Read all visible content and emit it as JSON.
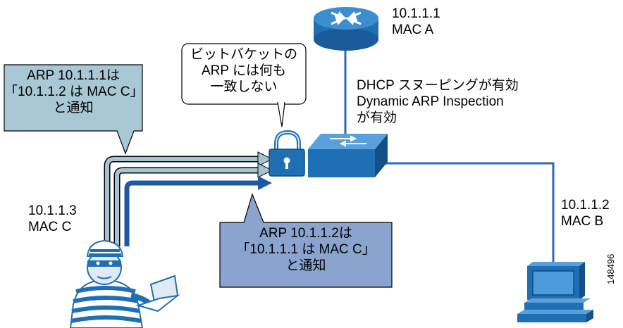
{
  "router": {
    "ip": "10.1.1.1",
    "mac": "MAC A"
  },
  "switch": {
    "features": [
      "DHCP スヌーピングが有効",
      "Dynamic ARP Inspection",
      "が有効"
    ]
  },
  "host_b": {
    "ip": "10.1.1.2",
    "mac": "MAC B"
  },
  "attacker": {
    "ip": "10.1.1.3",
    "mac": "MAC C"
  },
  "callout_bitbucket": {
    "lines": [
      "ビットバケットの",
      "ARP には何も",
      "一致しない"
    ]
  },
  "callout_arp_to_router": {
    "lines": [
      "ARP 10.1.1.1は",
      "「10.1.1.2 は MAC C」",
      "と通知"
    ]
  },
  "callout_arp_to_host": {
    "lines": [
      "ARP 10.1.1.2は",
      "「10.1.1.1 は MAC C」",
      "と通知"
    ]
  },
  "figure_id": "148496",
  "colors": {
    "callout_light": "#a9c8d6",
    "callout_dark": "#8aa3cf",
    "device_blue": "#1f6fb5",
    "arrow_light": "#a6c3cf",
    "arrow_dark": "#1c5aa6",
    "link_line": "#2d6ab5"
  }
}
